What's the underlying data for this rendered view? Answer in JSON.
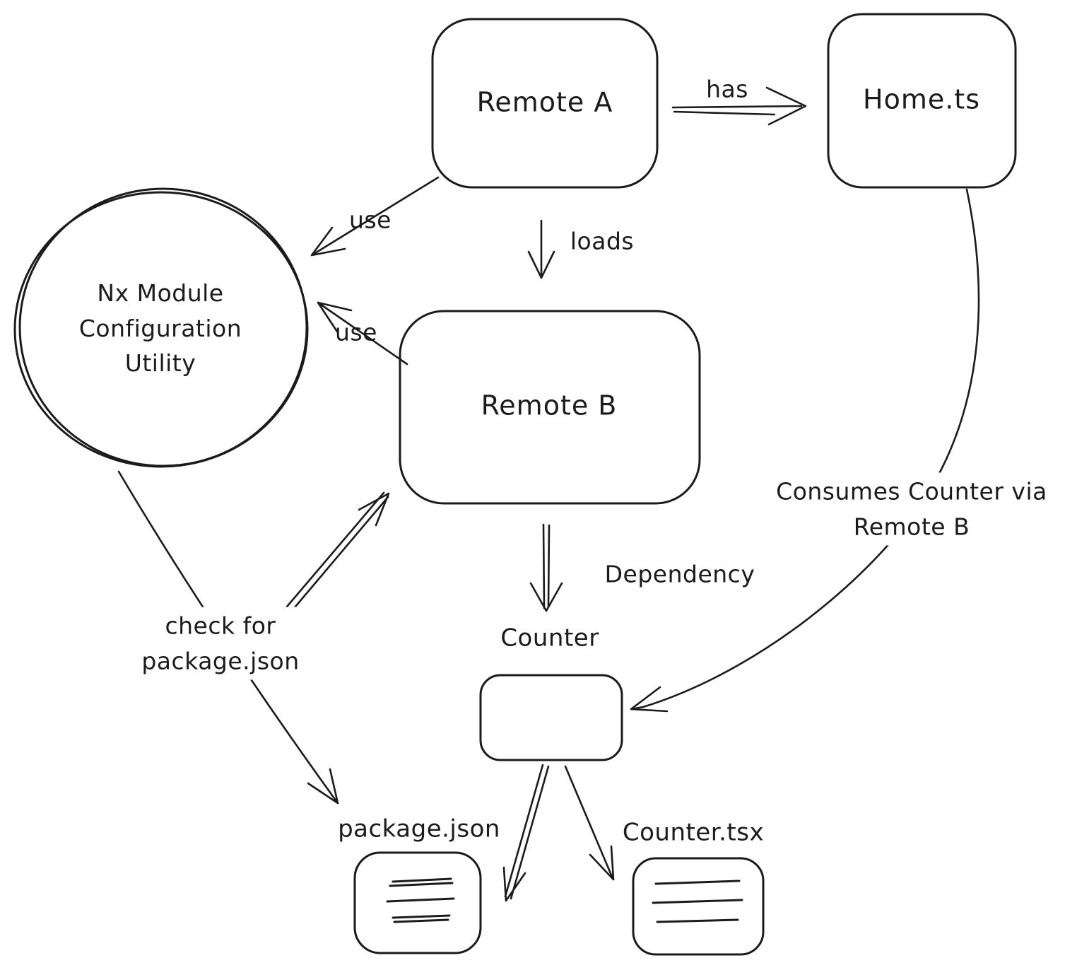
{
  "diagram": {
    "colors": {
      "stroke": "#1b1b1b",
      "background": "#ffffff"
    },
    "nodes": {
      "remote_a": {
        "label": "Remote A",
        "shape": "rounded-rectangle"
      },
      "home_ts": {
        "label": "Home.ts",
        "shape": "rounded-rectangle"
      },
      "nx_utility": {
        "label": "Nx Module Configuration Utility",
        "lines": [
          "Nx Module",
          "Configuration",
          "Utility"
        ],
        "shape": "circle"
      },
      "remote_b": {
        "label": "Remote B",
        "shape": "rounded-rectangle"
      },
      "counter": {
        "label": "Counter",
        "shape": "rounded-rectangle"
      },
      "package_json": {
        "label": "package.json",
        "shape": "document-box"
      },
      "counter_tsx": {
        "label": "Counter.tsx",
        "shape": "document-box"
      }
    },
    "edges": {
      "remote_a_has_home_ts": {
        "label": "has",
        "from": "Remote A",
        "to": "Home.ts"
      },
      "remote_a_use_nx": {
        "label": "use",
        "from": "Remote A",
        "to": "Nx Module Configuration Utility"
      },
      "remote_a_loads_remote_b": {
        "label": "loads",
        "from": "Remote A",
        "to": "Remote B"
      },
      "remote_b_use_nx": {
        "label": "use",
        "from": "Remote B",
        "to": "Nx Module Configuration Utility"
      },
      "remote_b_dependency_counter": {
        "label": "Dependency",
        "from": "Remote B",
        "to": "Counter"
      },
      "home_ts_consumes_counter": {
        "label": "Consumes Counter via Remote B",
        "lines": [
          "Consumes Counter via",
          "Remote B"
        ],
        "from": "Home.ts",
        "to": "Counter"
      },
      "nx_check_package_json": {
        "label": "check for package.json",
        "lines": [
          "check for",
          "package.json"
        ],
        "from": "Nx Module Configuration Utility",
        "to": "package.json"
      },
      "unlabeled_to_remote_b": {
        "label": "",
        "from": "check for package.json path",
        "to": "Remote B"
      },
      "counter_to_package_json": {
        "label": "",
        "from": "Counter",
        "to": "package.json"
      },
      "counter_to_counter_tsx": {
        "label": "",
        "from": "Counter",
        "to": "Counter.tsx"
      }
    }
  }
}
